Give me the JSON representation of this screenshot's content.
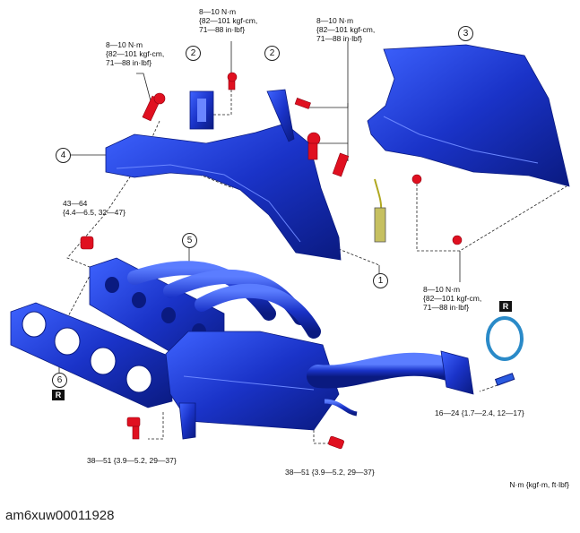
{
  "torque_specs": {
    "a": [
      "8—10 N·m",
      "{82—101 kgf-cm,",
      "71—88 in·lbf}"
    ],
    "b": [
      "8—10 N·m",
      "{82—101 kgf-cm,",
      "71—88 in·lbf}"
    ],
    "c": [
      "8—10 N·m",
      "{82—101 kgf-cm,",
      "71—88 in·lbf}"
    ],
    "d": [
      "43—64",
      "{4.4—6.5, 32—47}"
    ],
    "e": [
      "8—10 N·m",
      "{82—101 kgf-cm,",
      "71—88 in·lbf}"
    ],
    "f": [
      "16—24 {1.7—2.4, 12—17}"
    ],
    "g": [
      "38—51 {3.9—5.2, 29—37}"
    ],
    "h": [
      "38—51 {3.9—5.2, 29—37}"
    ]
  },
  "callouts": [
    "1",
    "2",
    "2",
    "3",
    "4",
    "5",
    "6"
  ],
  "replace_mark": "R",
  "units_note": "N·m {kgf·m, ft·lbf}",
  "figure_id": "am6xuw00011928",
  "colors": {
    "part_blue": "#1a33c8",
    "part_dark": "#0a1a80",
    "bolt_red": "#e01020"
  }
}
